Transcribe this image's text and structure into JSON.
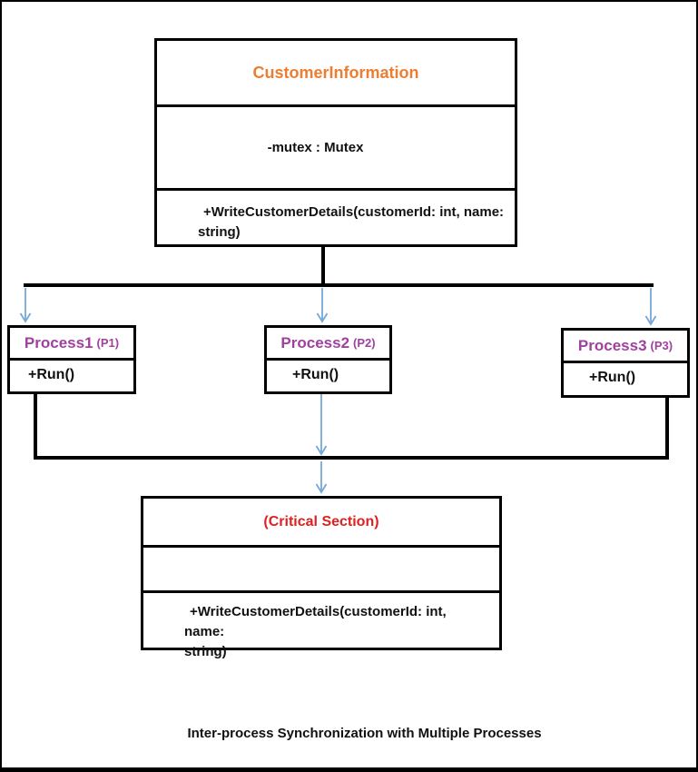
{
  "diagram": {
    "customer_class": {
      "title": "CustomerInformation",
      "attribute": "-mutex : Mutex",
      "method_lines": [
        "+WriteCustomerDetails(customerId: int, name:",
        "string)"
      ]
    },
    "processes": [
      {
        "name": "Process1",
        "alias": "(P1)",
        "method": "+Run()"
      },
      {
        "name": "Process2",
        "alias": "(P2)",
        "method": "+Run()"
      },
      {
        "name": "Process3",
        "alias": "(P3)",
        "method": "+Run()"
      }
    ],
    "critical_section": {
      "title": "(Critical Section)",
      "attribute": "",
      "method_lines": [
        "+WriteCustomerDetails(customerId: int, name:",
        "string)"
      ]
    },
    "caption": "Inter-process Synchronization with Multiple Processes",
    "colors": {
      "class_title": "#ED7D31",
      "process_title": "#A0409F",
      "critical_title": "#DF2020",
      "arrow_blue": "#74A9D8",
      "line_black": "#000000"
    }
  }
}
